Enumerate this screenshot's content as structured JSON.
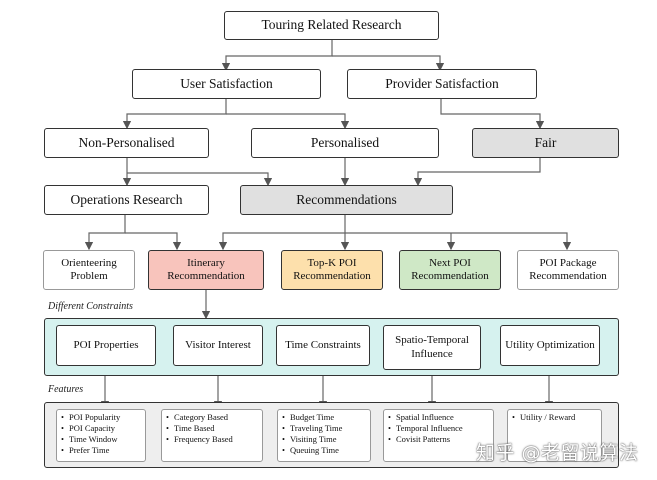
{
  "nodes": {
    "touring_related_research": "Touring Related Research",
    "user_satisfaction": "User Satisfaction",
    "provider_satisfaction": "Provider Satisfaction",
    "non_personalised": "Non-Personalised",
    "personalised": "Personalised",
    "fair": "Fair",
    "operations_research": "Operations Research",
    "recommendations": "Recommendations",
    "orienteering_problem": "Orienteering Problem",
    "itinerary_recommendation": "Itinerary Recommendation",
    "topk_poi_recommendation": "Top-K POI Recommendation",
    "next_poi_recommendation": "Next POI Recommendation",
    "poi_package_recommendation": "POI Package Recommendation"
  },
  "sections": {
    "different_constraints": "Different Constraints",
    "features": "Features"
  },
  "constraints": [
    "POI Properties",
    "Visitor Interest",
    "Time Constraints",
    "Spatio-Temporal Influence",
    "Utility Optimization"
  ],
  "features": [
    [
      "POI Popularity",
      "POI Capacity",
      "Time Window",
      "Prefer Time"
    ],
    [
      "Category Based",
      "Time Based",
      "Frequency Based"
    ],
    [
      "Budget Time",
      "Traveling Time",
      "Visiting Time",
      "Queuing Time"
    ],
    [
      "Spatial Influence",
      "Temporal Influence",
      "Covisit Patterns"
    ],
    [
      "Utility / Reward"
    ]
  ],
  "watermark": "知乎 @老留说算法",
  "colors": {
    "grey": "#e0e0e0",
    "itinerary": "#f8c4bc",
    "topk": "#fde0ac",
    "next_poi": "#cfe8c6",
    "constraints_panel": "#d6f2ef",
    "features_panel": "#eeeeee"
  }
}
